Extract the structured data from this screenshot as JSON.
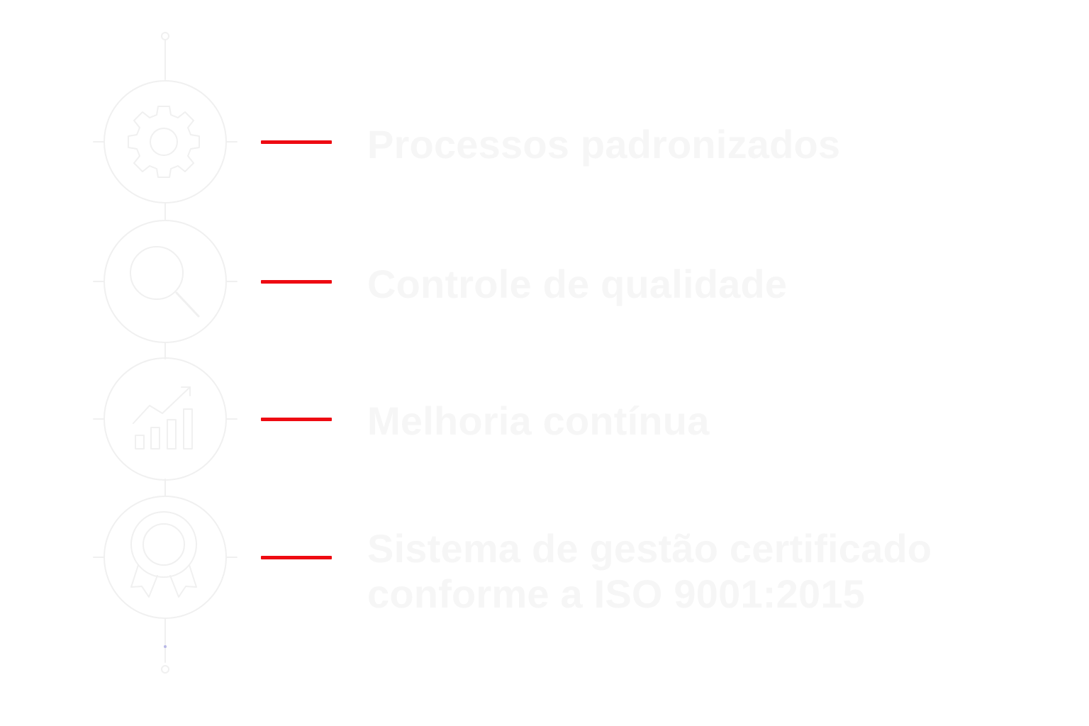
{
  "colors": {
    "background": "#ffffff",
    "accent": "#ee0a12",
    "text": "#f6f6f6",
    "outline": "#f0f0f0",
    "node_dot": "#b8b8e6"
  },
  "items": [
    {
      "icon": "gear-icon",
      "label": "Processos padronizados"
    },
    {
      "icon": "magnifier-icon",
      "label": "Controle de qualidade"
    },
    {
      "icon": "growth-chart-icon",
      "label": "Melhoria contínua"
    },
    {
      "icon": "award-badge-icon",
      "label_lines": [
        "Sistema de gestão certificado",
        "conforme a ISO 9001:2015"
      ]
    }
  ]
}
